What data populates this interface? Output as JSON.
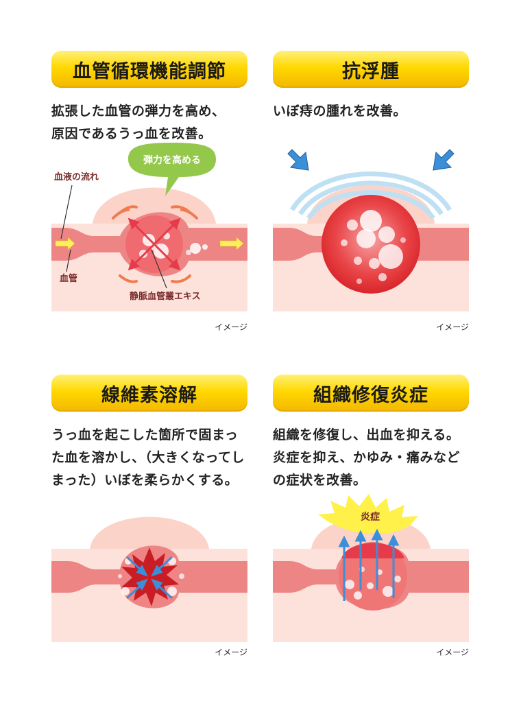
{
  "panels": [
    {
      "title": "血管循環機能調節",
      "description": "拡張した血管の弾力を高め、\n原因であるうっ血を改善。",
      "labels": {
        "bubble": "弾力を高める",
        "blood_flow": "血液の流れ",
        "vessel": "血管",
        "extract": "静脈血管叢エキス"
      },
      "caption": "イメージ"
    },
    {
      "title": "抗浮腫",
      "description": "いぼ痔の腫れを改善。",
      "caption": "イメージ"
    },
    {
      "title": "線維素溶解",
      "description": "うっ血を起こした箇所で固まっ\nた血を溶かし、（大きくなってし\nまった）いぼを柔らかくする。",
      "caption": "イメージ"
    },
    {
      "title": "組織修復炎症",
      "description": "組織を修復し、出血を抑える。\n炎症を抑え、かゆみ・痛みなど\nの症状を改善。",
      "labels": {
        "burst": "炎症"
      },
      "caption": "イメージ"
    }
  ],
  "colors": {
    "badge": "#ffd800",
    "skin": "#fde2dc",
    "skin_bump": "#fbd3c9",
    "vessel": "#ee8585",
    "swelling": "#e94548",
    "arrow_blue": "#3b8fd8",
    "arrow_red": "#e63b4b",
    "bubble": "#93c84b",
    "burst": "#fff04a"
  }
}
